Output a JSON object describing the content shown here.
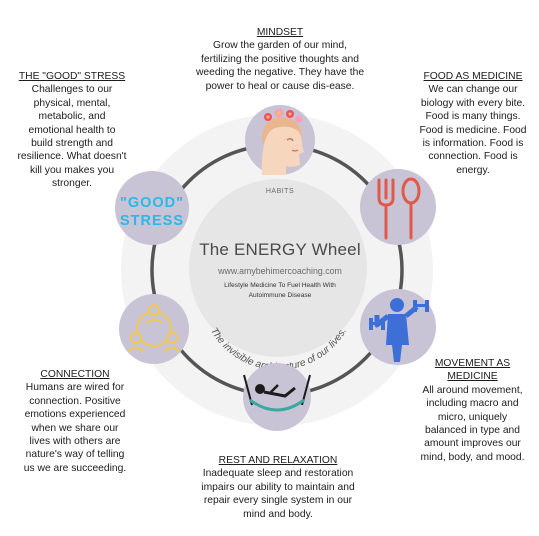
{
  "center": {
    "title": "The ENERGY Wheel",
    "url": "www.amybehimercoaching.com",
    "subtitle": "Lifestyle Medicine To Fuel Health With Autoimmune Disease",
    "habits_label": "HABITS",
    "arc_text": "The invisible architecture of our lives."
  },
  "good_stress_icon_text": {
    "line1": "\"GOOD\"",
    "line2": "STRESS"
  },
  "sections": {
    "mindset": {
      "heading": "MINDSET",
      "lines": [
        "Grow the garden of our mind,",
        "fertilizing the positive thoughts and",
        "weeding the negative. They have the",
        "power to heal or cause dis-ease."
      ]
    },
    "food": {
      "heading": "FOOD AS MEDICINE",
      "lines": [
        "We can change our",
        "biology with every bite.",
        "Food is many things.",
        "Food is medicine. Food",
        "is information. Food is",
        "connection. Food is",
        "energy."
      ]
    },
    "movement": {
      "heading_lines": [
        "MOVEMENT AS",
        "MEDICINE"
      ],
      "lines": [
        "All around movement,",
        "including macro and",
        "micro, uniquely",
        "balanced in type and",
        "amount improves our",
        "mind, body, and mood."
      ]
    },
    "rest": {
      "heading": "REST AND RELAXATION",
      "lines": [
        "Inadequate sleep and restoration",
        "impairs our ability to maintain and",
        "repair every single system in our",
        "mind and body."
      ]
    },
    "connection": {
      "heading": "CONNECTION",
      "lines": [
        "Humans are wired for",
        "connection. Positive",
        "emotions experienced",
        "when we share our",
        "lives with others are",
        "nature's way of telling",
        "us we are succeeding."
      ]
    },
    "stress": {
      "heading": "THE \"GOOD\" STRESS",
      "lines": [
        "Challenges to our",
        "physical, mental,",
        "metabolic, and",
        "emotional health to",
        "build strength and",
        "resilience. What doesn't",
        "kill you makes you",
        "stronger."
      ]
    }
  },
  "colors": {
    "ring": "#555555",
    "node_fill": "#c9c3d6",
    "outer_halo": "#f3f3f3",
    "center_fill": "#e6e6e6",
    "icon_blue": "#3d6fd6",
    "icon_red": "#e05a4c",
    "icon_yellow": "#f2c94c",
    "stress_cyan": "#2bb8e6"
  },
  "icons": [
    "head-flowers-icon",
    "fork-spoon-icon",
    "dumbbell-person-icon",
    "hammock-icon",
    "people-circle-icon",
    "good-stress-text-icon"
  ]
}
